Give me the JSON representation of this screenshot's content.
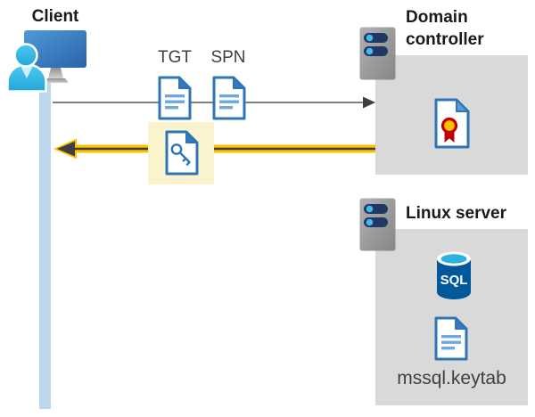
{
  "diagram": {
    "client": {
      "title": "Client"
    },
    "tickets": {
      "tgt": "TGT",
      "spn": "SPN"
    },
    "domain_controller": {
      "title": "Domain controller"
    },
    "linux_server": {
      "title": "Linux server",
      "sql_badge": "SQL",
      "keytab_file": "mssql.keytab"
    },
    "colors": {
      "accent_yellow": "#ffc000",
      "highlight_yellow": "#fbf3cd",
      "panel_gray": "#d9d9d9",
      "doc_blue_border": "#2e75b6",
      "doc_fold_blue": "#3579bd",
      "doc_line_blue": "#6fa8dc",
      "client_bar_blue": "#bdd7ee",
      "person_cyan": "#35bde8",
      "server_bar_navy": "#1f3864",
      "server_dot_blue": "#45b9e8",
      "cert_red": "#c00000",
      "cert_gold": "#ffc000",
      "sql_body_blue": "#01589b",
      "sql_top_cyan": "#2bb3e0",
      "arrow_gray": "#7f7f7f",
      "arrow_dark": "#3f3f3f"
    },
    "icons": {
      "client": "client-workstation-icon",
      "tgt": "tgt-document-icon",
      "spn": "spn-document-icon",
      "key": "keytab-key-document-icon",
      "server": "server-icon",
      "certificate": "certificate-icon",
      "sql": "sql-database-icon",
      "keytab_doc": "keytab-document-icon"
    }
  }
}
